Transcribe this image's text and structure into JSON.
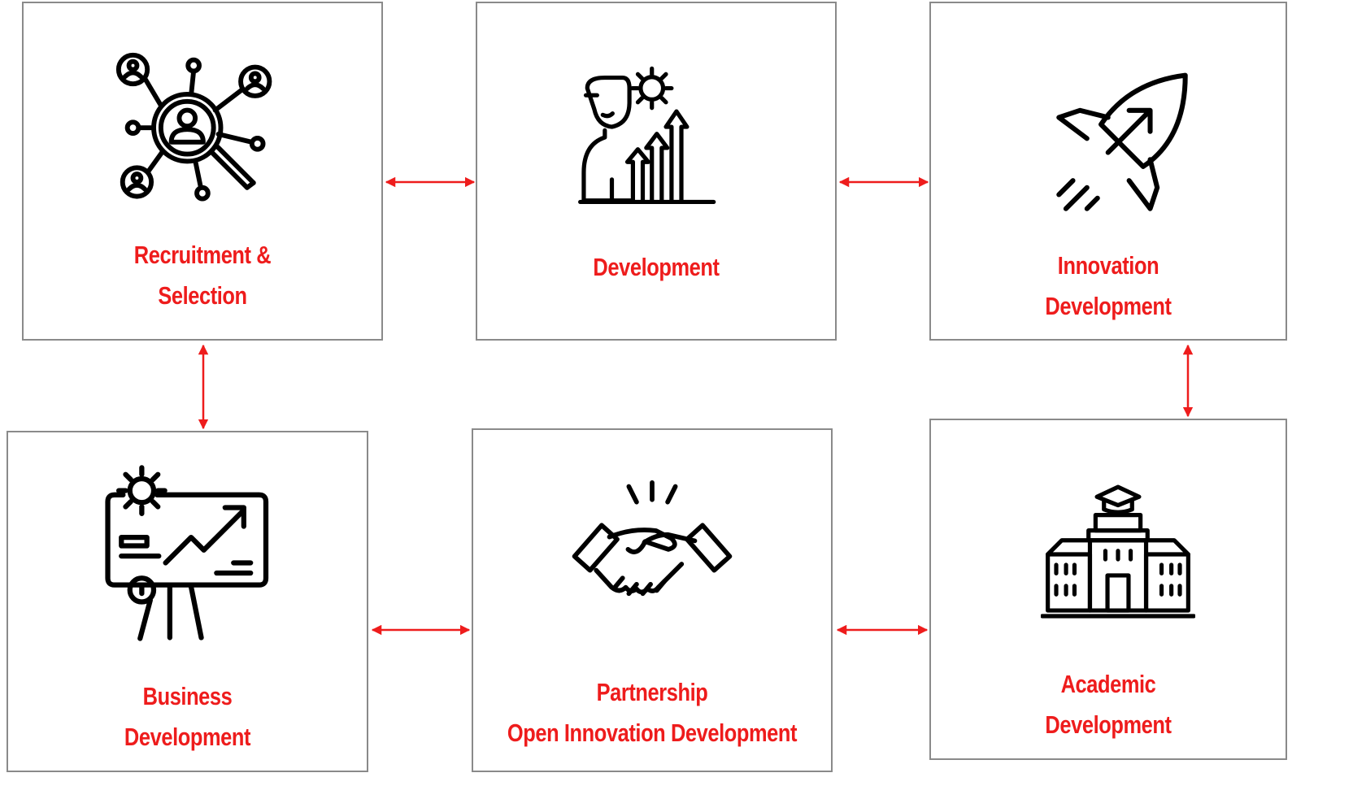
{
  "nodes": [
    {
      "id": "recruitment",
      "lines": [
        "Recruitment &",
        "Selection"
      ],
      "icon": "recruitment-network-search-icon"
    },
    {
      "id": "development",
      "lines": [
        "Development"
      ],
      "icon": "person-gear-growth-chart-icon"
    },
    {
      "id": "innovation",
      "lines": [
        "Innovation",
        "Development"
      ],
      "icon": "rocket-icon"
    },
    {
      "id": "business",
      "lines": [
        "Business",
        "Development"
      ],
      "icon": "presentation-board-chart-icon"
    },
    {
      "id": "partnership",
      "lines": [
        "Partnership",
        "Open Innovation Development"
      ],
      "icon": "handshake-icon"
    },
    {
      "id": "academic",
      "lines": [
        "Academic",
        "Development"
      ],
      "icon": "university-building-icon"
    }
  ],
  "connections": [
    {
      "from": "recruitment",
      "to": "development",
      "type": "bidirectional"
    },
    {
      "from": "development",
      "to": "innovation",
      "type": "bidirectional"
    },
    {
      "from": "recruitment",
      "to": "business",
      "type": "bidirectional"
    },
    {
      "from": "innovation",
      "to": "academic",
      "type": "bidirectional"
    },
    {
      "from": "business",
      "to": "partnership",
      "type": "bidirectional"
    },
    {
      "from": "partnership",
      "to": "academic",
      "type": "bidirectional"
    }
  ],
  "colors": {
    "label": "#ee1c1c",
    "arrow": "#ee1c1c",
    "border": "#8a8a8a",
    "icon": "#000000"
  }
}
